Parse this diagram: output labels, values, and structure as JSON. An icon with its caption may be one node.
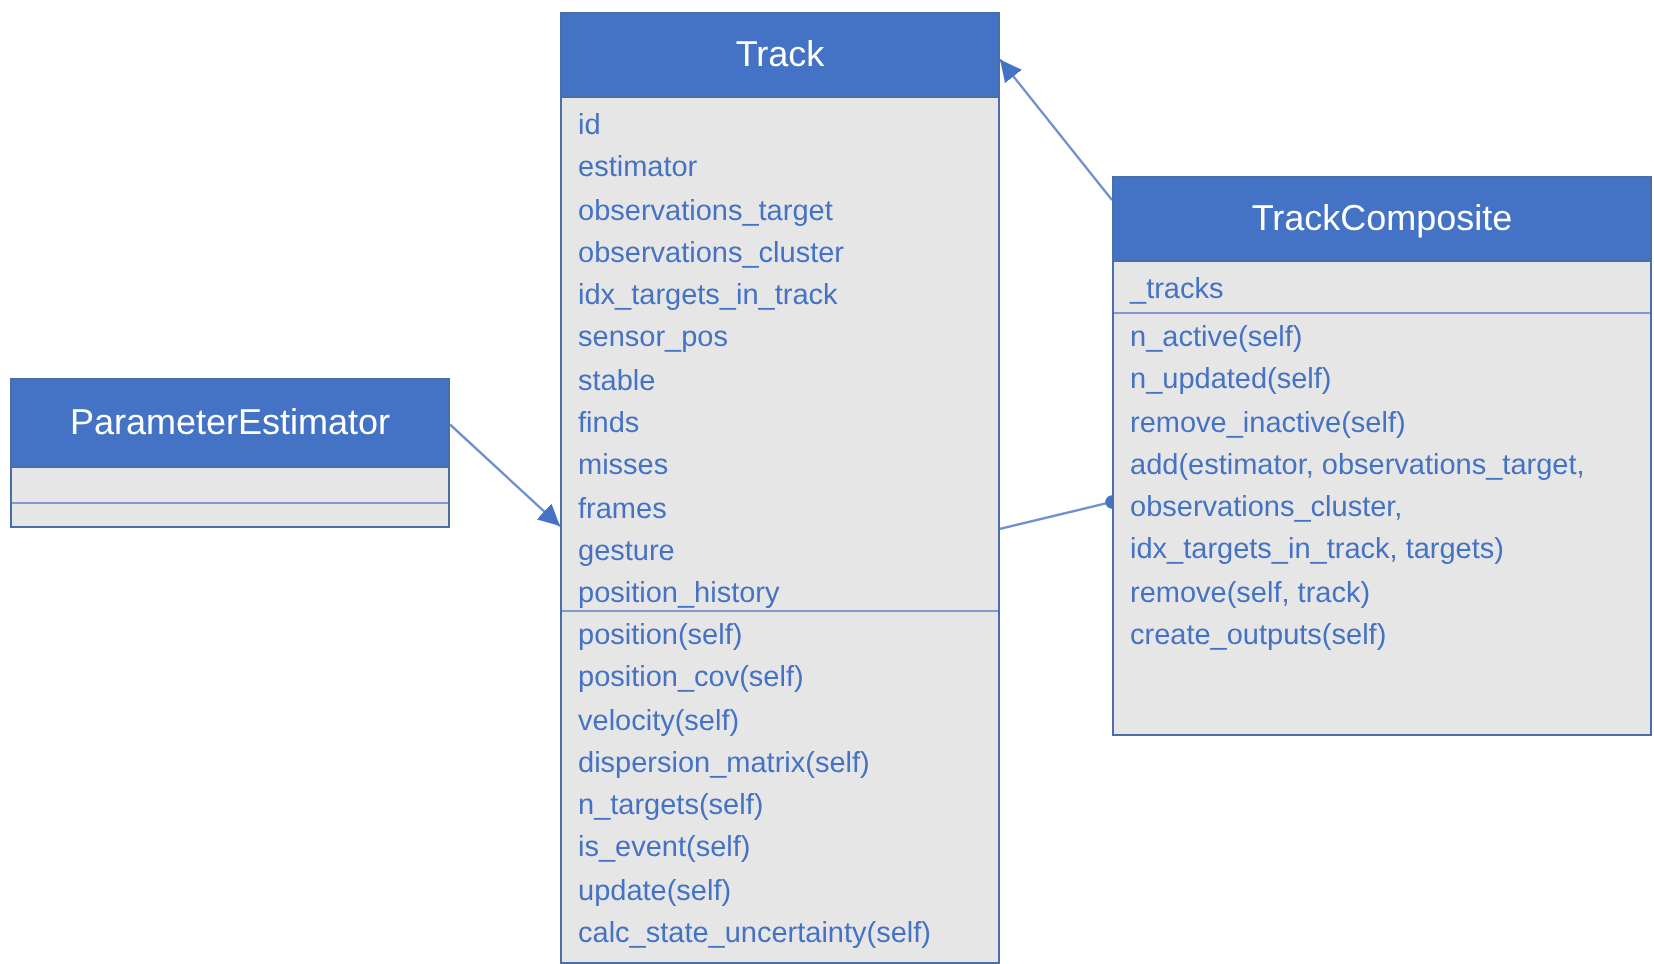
{
  "diagram": {
    "nodes": [
      {
        "text": [
          "Track",
          "id",
          "estimator",
          "observations_target",
          "observations_cluster",
          "idx_targets_in_track",
          "sensor_pos",
          "stable",
          "finds",
          "misses",
          "frames",
          "gesture",
          "position_history",
          "position(self)",
          "position_cov(self)",
          "velocity(self)",
          "dispersion_matrix(self)",
          "n_targets(self)",
          "is_event(self)",
          "update(self)",
          "calc_state_uncertainty(self)"
        ]
      },
      {
        "text": [
          "TrackComposite",
          "_tracks",
          "n_active(self)",
          "n_updated(self)",
          "remove_inactive(self)",
          "add(estimator, observations_target, observations_cluster, idx_targets_in_track, targets)",
          "remove(self, track)",
          "create_outputs(self)"
        ]
      },
      {
        "text": [
          "ParameterEstimator"
        ]
      }
    ],
    "edges": [
      {
        "from": 1,
        "to": 0,
        "arrow": "to"
      },
      {
        "from": 2,
        "to": 0,
        "arrow": "to"
      },
      {
        "from": 0,
        "to": 1,
        "arrow": "other"
      }
    ]
  }
}
